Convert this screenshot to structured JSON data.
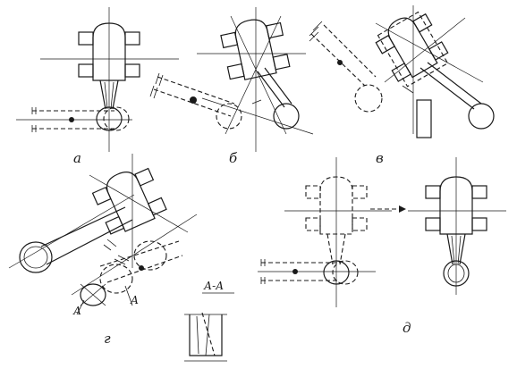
{
  "labels": {
    "a": "а",
    "b": "б",
    "v": "в",
    "g": "г",
    "d": "д",
    "section_title": "А-А",
    "section_mark_1": "А",
    "section_mark_2": "А"
  }
}
